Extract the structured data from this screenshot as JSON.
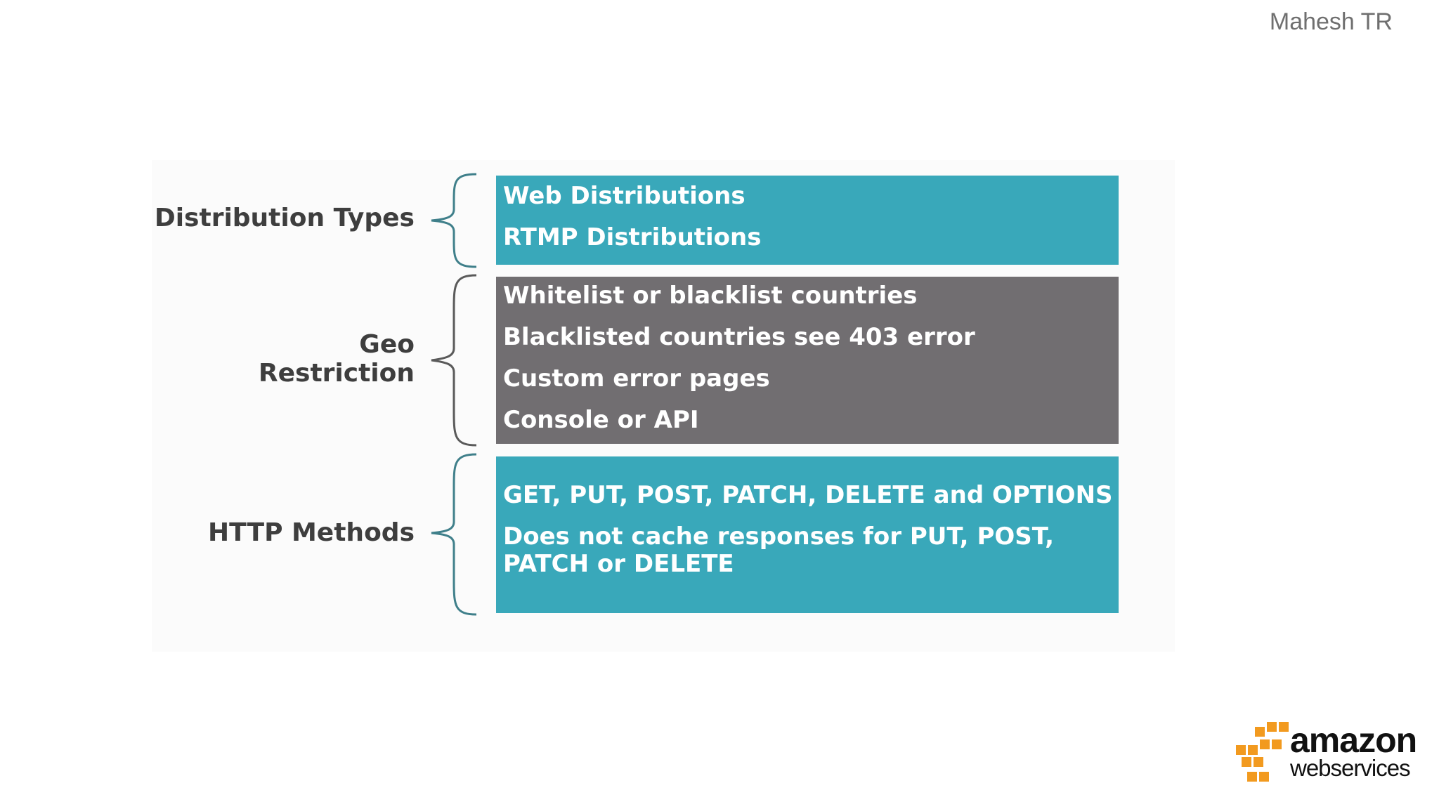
{
  "author": "Mahesh TR",
  "sections": [
    {
      "label": "Distribution Types",
      "items": [
        "Web Distributions",
        "RTMP Distributions"
      ]
    },
    {
      "label_lines": [
        "Geo",
        "Restriction"
      ],
      "items": [
        "Whitelist or blacklist countries",
        "Blacklisted countries see 403 error",
        "Custom error pages",
        "Console or API"
      ]
    },
    {
      "label": "HTTP Methods",
      "items": [
        "GET, PUT, POST, PATCH, DELETE and OPTIONS",
        "Does not cache responses for PUT, POST, PATCH or DELETE"
      ]
    }
  ],
  "logo": {
    "word": "amazon",
    "sub": "webservices"
  },
  "colors": {
    "teal_box": "#39a8ba",
    "gray_box": "#716e71",
    "label_text": "#3e3e3e",
    "logo_orange": "#f29a1f"
  },
  "icons": [
    "curly-brace-icon",
    "aws-cubes-icon"
  ]
}
